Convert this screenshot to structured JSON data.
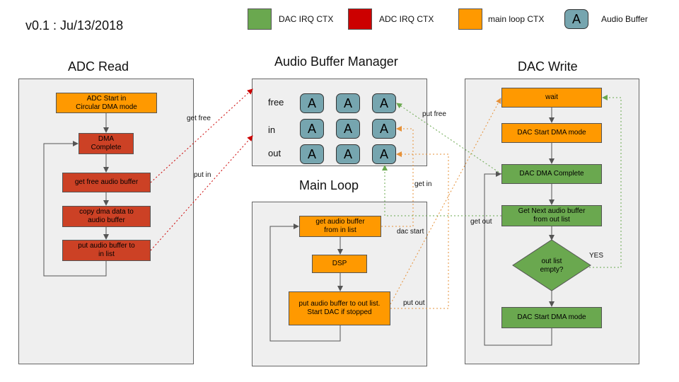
{
  "version": "v0.1 : Ju/13/2018",
  "legend": [
    {
      "label": "DAC IRQ CTX",
      "color": "#6aa84f"
    },
    {
      "label": "ADC IRQ CTX",
      "color": "#cc0000"
    },
    {
      "label": "main loop CTX",
      "color": "#ff9900"
    },
    {
      "label": "Audio Buffer",
      "color": "#76a5af",
      "glyph": "A"
    }
  ],
  "panels": {
    "adc": {
      "title": "ADC Read"
    },
    "abm": {
      "title": "Audio Buffer Manager"
    },
    "main": {
      "title": "Main Loop"
    },
    "dac": {
      "title": "DAC Write"
    }
  },
  "adc_boxes": {
    "start": "ADC Start in\nCircular DMA mode",
    "dma": "DMA\nComplete",
    "getfree": "get free audio buffer",
    "copy": "copy dma data to\naudio buffer",
    "putin": "put audio buffer to\nin list"
  },
  "abm_rows": [
    {
      "label": "free",
      "buffers": [
        "A",
        "A",
        "A"
      ]
    },
    {
      "label": "in",
      "buffers": [
        "A",
        "A",
        "A"
      ]
    },
    {
      "label": "out",
      "buffers": [
        "A",
        "A",
        "A"
      ]
    }
  ],
  "main_boxes": {
    "getin": "get audio buffer\nfrom in list",
    "dsp": "DSP",
    "putout": "put audio buffer to out list.\nStart DAC if stopped"
  },
  "dac_boxes": {
    "wait": "wait",
    "start1": "DAC Start DMA mode",
    "complete": "DAC DMA Complete",
    "getnext": "Get Next audio buffer\nfrom out list",
    "empty": "out list\nempty?",
    "start2": "DAC Start DMA mode"
  },
  "edge_labels": {
    "get_free": "get free",
    "put_in": "put in",
    "put_free": "put free",
    "get_in": "get in",
    "dac_start": "dac start",
    "get_out": "get out",
    "put_out": "put out",
    "yes": "YES"
  }
}
